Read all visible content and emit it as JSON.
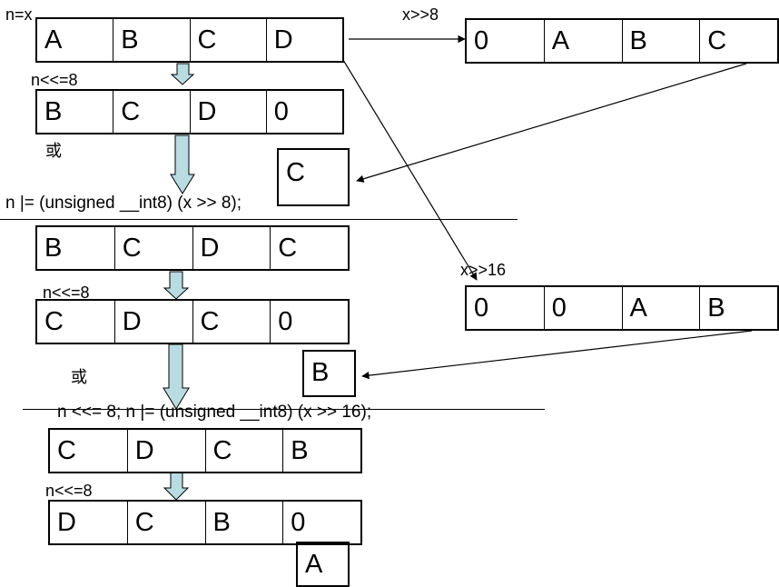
{
  "labels": {
    "n_eq_x": "n=x",
    "x_shr_8": "x>>8",
    "shl1": "n<<=8",
    "or1": "或",
    "code1": "n |= (unsigned __int8) (x >> 8);",
    "x_shr_16": "x>>16",
    "shl2": "n<<=8",
    "or2": "或",
    "code2": "n <<= 8; n |= (unsigned __int8) (x >> 16);",
    "shl3": "n<<=8"
  },
  "registers": {
    "r1": [
      "A",
      "B",
      "C",
      "D"
    ],
    "r2": [
      "B",
      "C",
      "D",
      "0"
    ],
    "r3": [
      "B",
      "C",
      "D",
      "C"
    ],
    "r4": [
      "C",
      "D",
      "C",
      "0"
    ],
    "r5": [
      "C",
      "D",
      "C",
      "B"
    ],
    "r6": [
      "D",
      "C",
      "B",
      "0"
    ],
    "x8": [
      "0",
      "A",
      "B",
      "C"
    ],
    "x16": [
      "0",
      "0",
      "A",
      "B"
    ]
  },
  "boxes": {
    "c": "C",
    "b": "B",
    "a": "A"
  },
  "colors": {
    "arrow_fill": "#b9dbe2",
    "line": "#000000"
  }
}
